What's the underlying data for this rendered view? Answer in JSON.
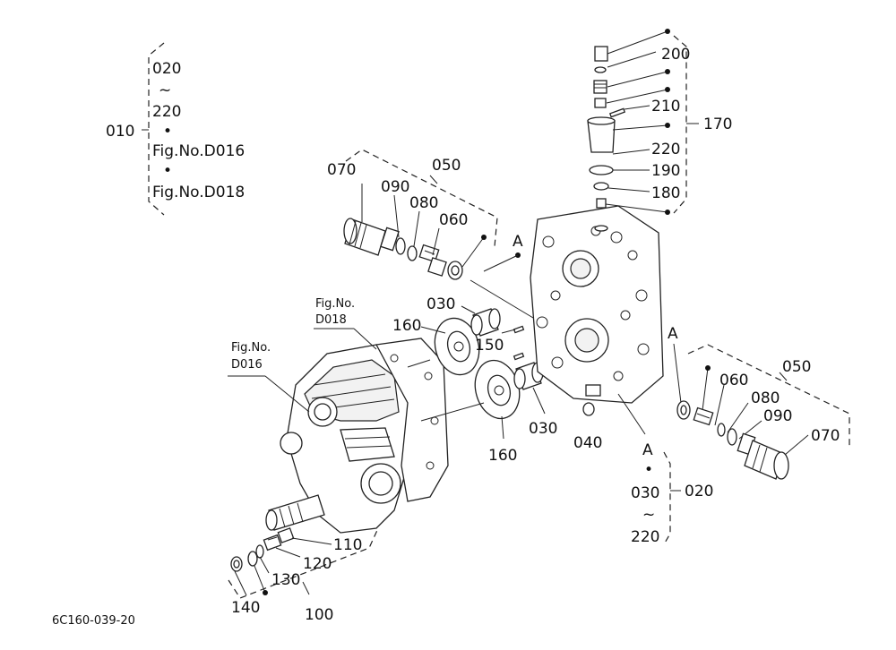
{
  "drawing_id": "6C160-039-20",
  "refs": {
    "fig_no_label": "Fig.No.",
    "d016": "D016",
    "d018": "D018",
    "fig_d016": "Fig.No.D016",
    "fig_d018": "Fig.No.D018"
  },
  "separators": {
    "dot": "•",
    "tilde": "~",
    "a": "A"
  },
  "parts": {
    "p010": "010",
    "p020": "020",
    "p030": "030",
    "p040": "040",
    "p050": "050",
    "p060": "060",
    "p070": "070",
    "p080": "080",
    "p090": "090",
    "p100": "100",
    "p110": "110",
    "p120": "120",
    "p130": "130",
    "p140": "140",
    "p150": "150",
    "p160": "160",
    "p170": "170",
    "p180": "180",
    "p190": "190",
    "p200": "200",
    "p210": "210",
    "p220": "220"
  }
}
